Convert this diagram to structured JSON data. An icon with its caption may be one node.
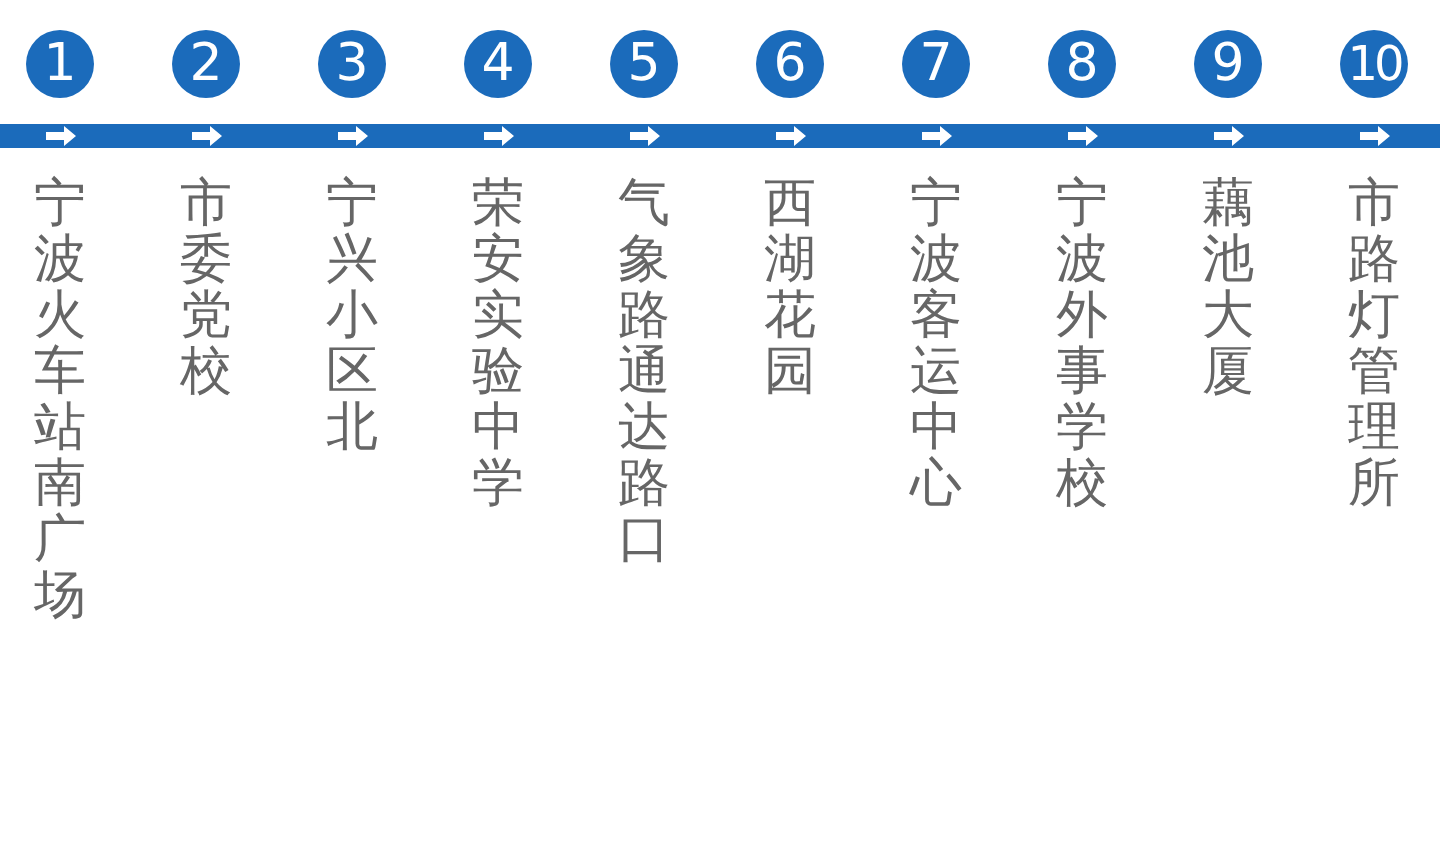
{
  "diagram": {
    "nodes": [
      {
        "text": [
          "1"
        ],
        "beside": [
          "宁波火车站南广场"
        ]
      },
      {
        "text": [
          "2"
        ],
        "beside": [
          "市委党校"
        ]
      },
      {
        "text": [
          "3"
        ],
        "beside": [
          "宁兴小区北"
        ]
      },
      {
        "text": [
          "4"
        ],
        "beside": [
          "荣安实验中学"
        ]
      },
      {
        "text": [
          "5"
        ],
        "beside": [
          "气象路通达路口"
        ]
      },
      {
        "text": [
          "6"
        ],
        "beside": [
          "西湖花园"
        ]
      },
      {
        "text": [
          "7"
        ],
        "beside": [
          "宁波客运中心"
        ]
      },
      {
        "text": [
          "8"
        ],
        "beside": [
          "宁波外事学校"
        ]
      },
      {
        "text": [
          "9"
        ],
        "beside": [
          "藕池大厦"
        ]
      },
      {
        "text": [
          "10"
        ],
        "beside": [
          "市路灯管理所"
        ]
      }
    ]
  }
}
